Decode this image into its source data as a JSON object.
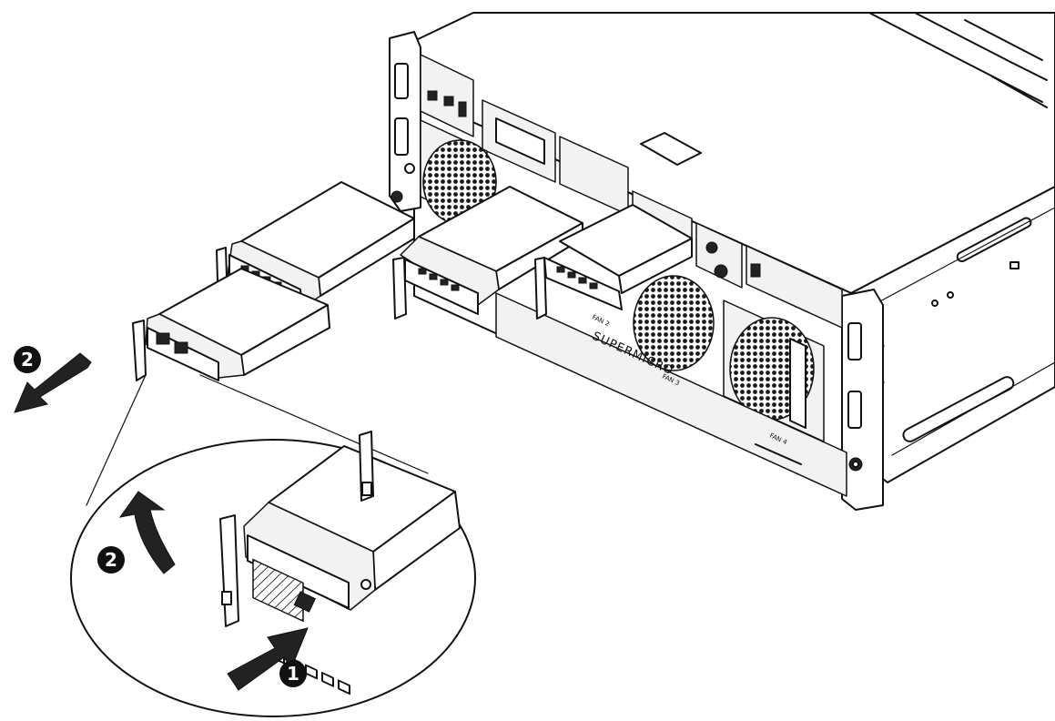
{
  "chassis": {
    "brand": "SUPERMICRO",
    "fan_labels": [
      "FAN 2",
      "FAN 3",
      "FAN 4"
    ]
  },
  "steps": [
    {
      "number": "1",
      "description": "press release button"
    },
    {
      "number": "2",
      "description": "lift handle"
    },
    {
      "number": "2",
      "description": "pull drive out"
    }
  ]
}
